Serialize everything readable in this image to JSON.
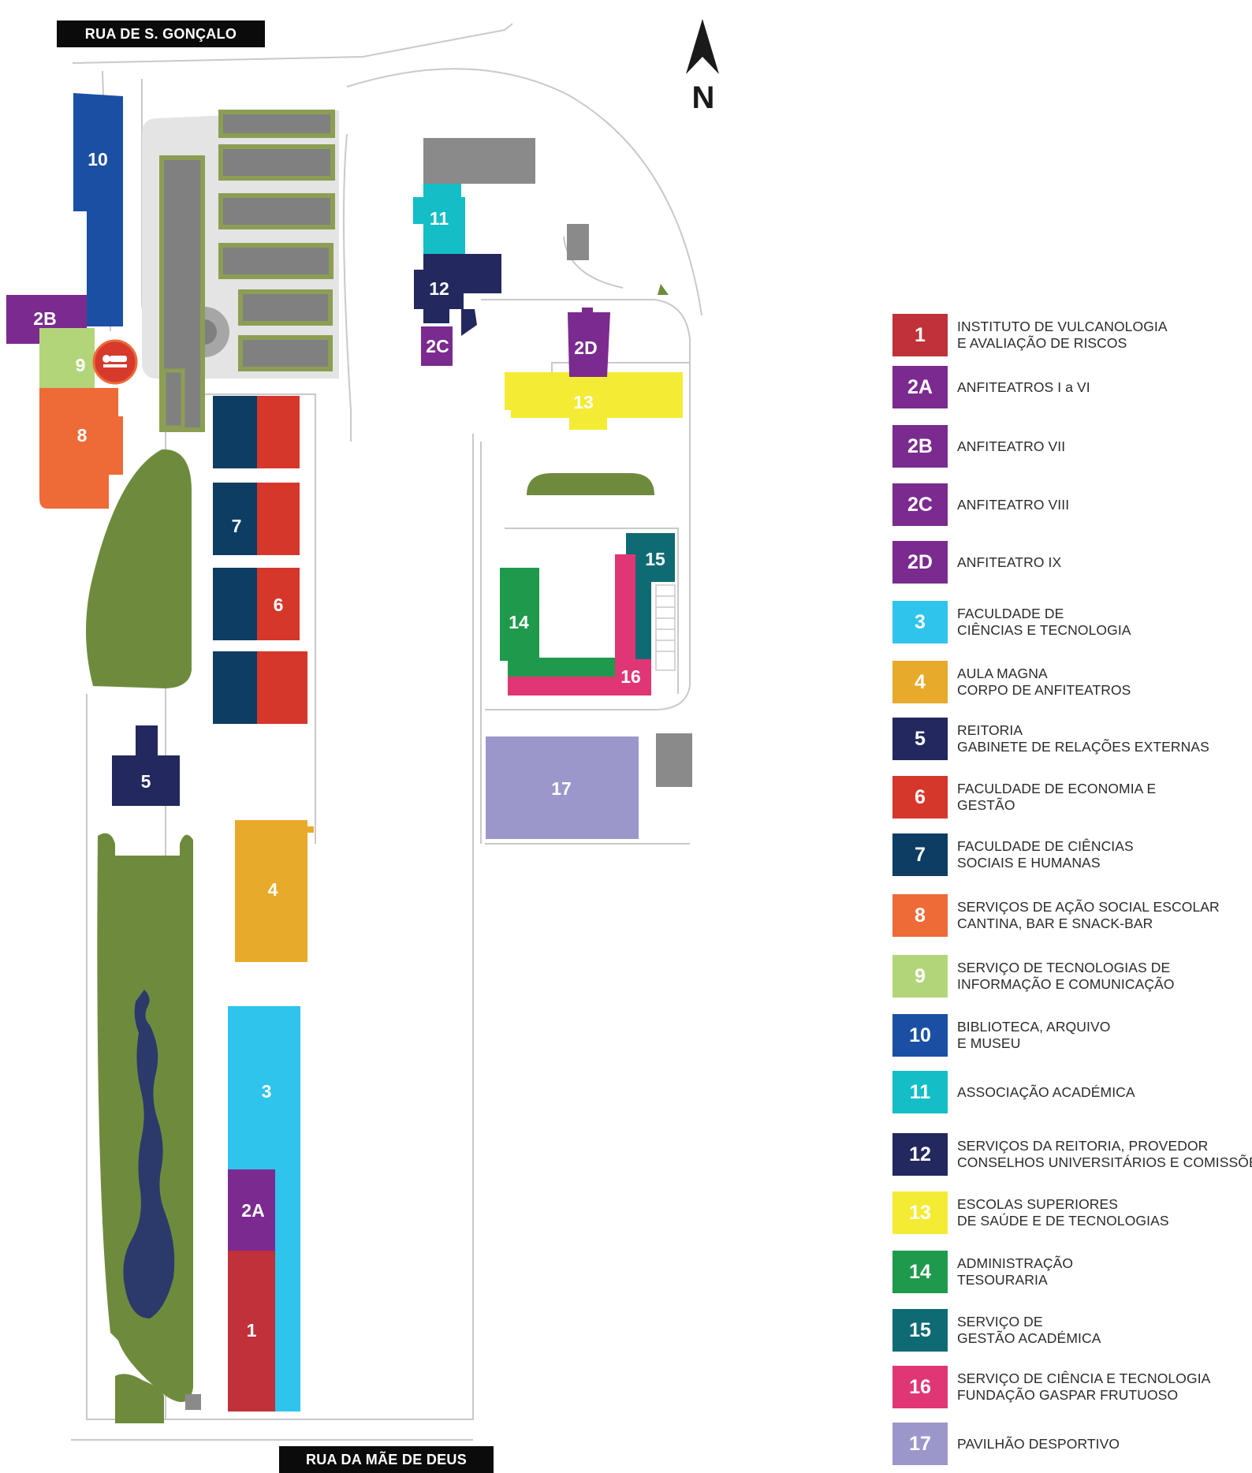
{
  "streets": {
    "north": "RUA DE S. GONÇALO",
    "south": "RUA DA MÃE DE DEUS"
  },
  "compass": {
    "icon": "north-arrow-icon",
    "letter": "N"
  },
  "colors": {
    "park_green": "#6e8b3d",
    "parking_grey": "#808080",
    "road_outline": "#c8c8c8",
    "pond": "#2b3a6b"
  },
  "map_labels": {
    "b1": "1",
    "b2A": "2A",
    "b2B": "2B",
    "b2C": "2C",
    "b2D": "2D",
    "b3": "3",
    "b4": "4",
    "b5": "5",
    "b6": "6",
    "b7": "7",
    "b8": "8",
    "b9": "9",
    "b10": "10",
    "b11": "11",
    "b12": "12",
    "b13": "13",
    "b14": "14",
    "b15": "15",
    "b16": "16",
    "b17": "17"
  },
  "legend": [
    {
      "code": "1",
      "color": "#c0313a",
      "lines": [
        "INSTITUTO DE VULCANOLOGIA",
        "E AVALIAÇÃO DE RISCOS"
      ]
    },
    {
      "code": "2A",
      "color": "#7b2a8f",
      "lines": [
        "ANFITEATROS I a VI"
      ]
    },
    {
      "code": "2B",
      "color": "#7b2a8f",
      "lines": [
        "ANFITEATRO VII"
      ]
    },
    {
      "code": "2C",
      "color": "#7b2a8f",
      "lines": [
        "ANFITEATRO VIII"
      ]
    },
    {
      "code": "2D",
      "color": "#7b2a8f",
      "lines": [
        "ANFITEATRO IX"
      ]
    },
    {
      "code": "3",
      "color": "#2ec4ec",
      "lines": [
        "FACULDADE DE",
        "CIÊNCIAS E TECNOLOGIA"
      ]
    },
    {
      "code": "4",
      "color": "#e8aa2a",
      "lines": [
        "AULA MAGNA",
        "CORPO DE ANFITEATROS"
      ]
    },
    {
      "code": "5",
      "color": "#23285e",
      "lines": [
        "REITORIA",
        "GABINETE DE RELAÇÕES EXTERNAS"
      ]
    },
    {
      "code": "6",
      "color": "#d6372b",
      "lines": [
        "FACULDADE DE ECONOMIA E",
        "GESTÃO"
      ]
    },
    {
      "code": "7",
      "color": "#0d3d63",
      "lines": [
        "FACULDADE DE CIÊNCIAS",
        "SOCIAIS E HUMANAS"
      ]
    },
    {
      "code": "8",
      "color": "#ee6a37",
      "lines": [
        "SERVIÇOS DE AÇÃO SOCIAL ESCOLAR",
        "CANTINA, BAR E SNACK-BAR"
      ]
    },
    {
      "code": "9",
      "color": "#b3d57a",
      "lines": [
        "SERVIÇO DE TECNOLOGIAS DE",
        "INFORMAÇÃO E COMUNICAÇÃO"
      ]
    },
    {
      "code": "10",
      "color": "#1b4fa3",
      "lines": [
        "BIBLIOTECA, ARQUIVO",
        "E MUSEU"
      ]
    },
    {
      "code": "11",
      "color": "#13bec6",
      "lines": [
        "ASSOCIAÇÃO ACADÉMICA"
      ]
    },
    {
      "code": "12",
      "color": "#23285e",
      "lines": [
        "SERVIÇOS DA REITORIA, PROVEDOR",
        "CONSELHOS UNIVERSITÁRIOS E COMISSÕES"
      ]
    },
    {
      "code": "13",
      "color": "#f4eb34",
      "lines": [
        "ESCOLAS SUPERIORES",
        "DE SAÚDE E DE TECNOLOGIAS"
      ]
    },
    {
      "code": "14",
      "color": "#1f9a4c",
      "lines": [
        "ADMINISTRAÇÃO",
        "TESOURARIA"
      ]
    },
    {
      "code": "15",
      "color": "#0f6b73",
      "lines": [
        "SERVIÇO DE",
        "GESTÃO ACADÉMICA"
      ]
    },
    {
      "code": "16",
      "color": "#e03675",
      "lines": [
        "SERVIÇO DE CIÊNCIA E TECNOLOGIA",
        "FUNDAÇÃO GASPAR FRUTUOSO"
      ]
    },
    {
      "code": "17",
      "color": "#9b97cb",
      "lines": [
        "PAVILHÃO DESPORTIVO"
      ]
    }
  ]
}
